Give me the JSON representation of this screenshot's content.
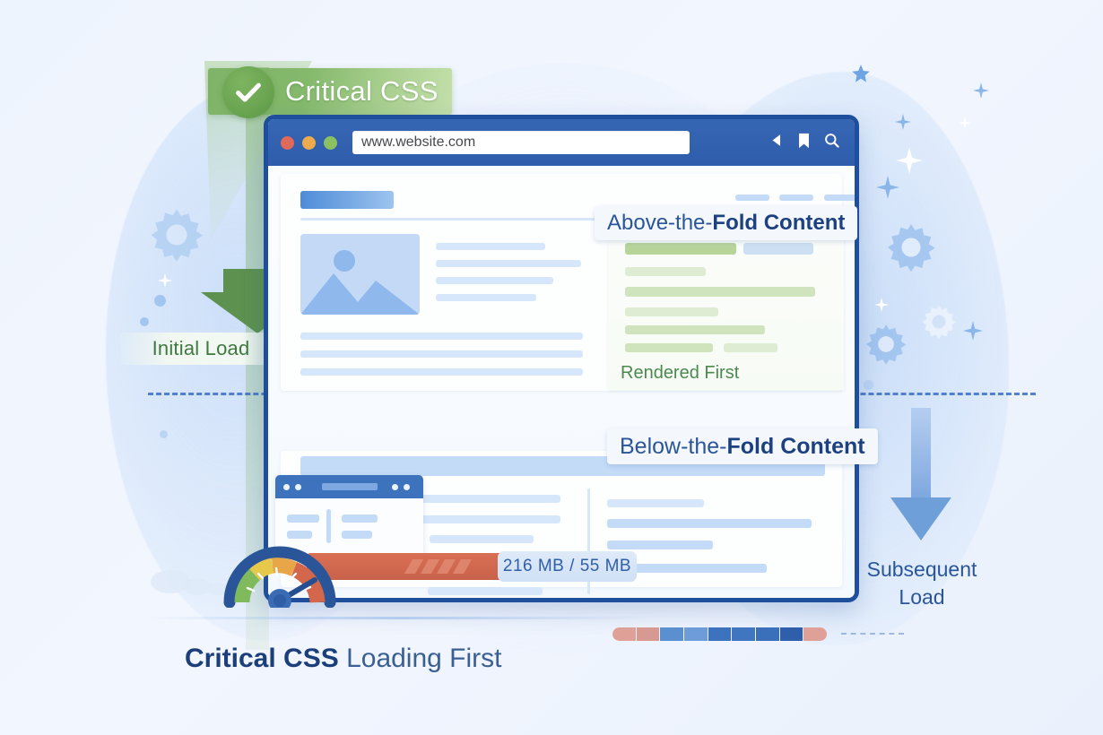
{
  "illustration": {
    "title_caption": {
      "bold": "Critical CSS",
      "regular": " Loading First"
    },
    "badge": {
      "label": "Critical CSS",
      "icon": "check-icon",
      "color": "#7fb468"
    },
    "browser": {
      "url": "www.website.com",
      "url_placeholder": "www.website.com",
      "traffic_lights": [
        "#e06a5a",
        "#edab4e",
        "#8cc163"
      ],
      "toolbar_icons": [
        "back-icon",
        "bookmark-icon",
        "search-icon"
      ]
    },
    "annotations": {
      "above_fold": {
        "regular": "Above-the-",
        "bold": "Fold Content"
      },
      "below_fold": {
        "regular": "Below-the-",
        "bold": "Fold Content"
      },
      "rendered_first": "Rendered First"
    },
    "arrows": {
      "initial_load": {
        "label": "Initial Load",
        "color": "#4c8a4d",
        "direction": "down"
      },
      "subsequent_load": {
        "label_line1": "Subsequent",
        "label_line2": "Load",
        "color": "#6e9fd8",
        "direction": "down"
      }
    },
    "progress": {
      "size_text": "216 MB / 55 MB",
      "bar_color": "#d0684f",
      "segments": [
        "#dfa097",
        "#d79a92",
        "#5a8fd0",
        "#6d9cd8",
        "#3d73bd",
        "#3f76bf",
        "#3a6fba",
        "#2f5fab",
        "#dfa097"
      ]
    },
    "colors": {
      "background": "#eef4fd",
      "brand_blue": "#1f4e9c",
      "accent_green": "#7fb468",
      "text_navy": "#2a5699"
    },
    "decorations": {
      "gears": [
        "gear-icon",
        "gear-icon",
        "gear-icon",
        "gear-icon"
      ],
      "sparkles": [
        "sparkle-icon",
        "sparkle-icon",
        "sparkle-icon",
        "star-icon"
      ]
    }
  }
}
